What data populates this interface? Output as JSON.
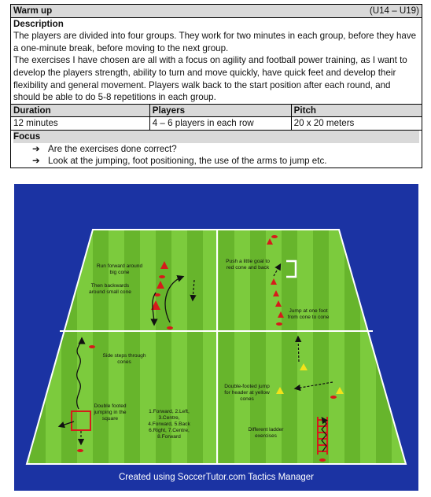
{
  "header": {
    "title": "Warm up",
    "age_range": "(U14 – U19)"
  },
  "description": {
    "heading": "Description",
    "paragraphs": [
      "The players are divided into four groups. They work for two minutes in each group, before they have a one-minute break, before moving to the next group.",
      "The exercises I have chosen are all with a focus on agility and football power training, as I want to develop the players strength, ability to turn and move quickly, have quick feet and develop their flexibility and general movement. Players walk back to the start position after each round, and should be able to do 5-8 repetitions in each group."
    ]
  },
  "details": {
    "duration_label": "Duration",
    "duration_value": "12 minutes",
    "players_label": "Players",
    "players_value": "4 – 6 players in each row",
    "pitch_label": "Pitch",
    "pitch_value": "20 x 20 meters"
  },
  "focus": {
    "heading": "Focus",
    "items": [
      "Are the exercises done correct?",
      "Look at the jumping, foot positioning, the use of the arms to jump etc."
    ],
    "bullet_icon": "right-arrow-icon"
  },
  "diagram": {
    "footer": "Created using SoccerTutor.com Tactics Manager",
    "labels": {
      "run_forward": [
        "Run forward around",
        "big cone"
      ],
      "run_backwards": [
        "Then backwards",
        "around small cone"
      ],
      "push_goal": [
        "Push a little goal to",
        "red cone and back"
      ],
      "jump_one_foot": [
        "Jump at one foot",
        "from cone to cone"
      ],
      "side_steps": [
        "Side steps through",
        "cones"
      ],
      "double_footed_header": [
        "Double-footed jump",
        "for header at yellow",
        "cones"
      ],
      "double_footed_square": [
        "Double footed",
        "jumping in the",
        "square"
      ],
      "sequence": [
        "1.Forward, 2.Left,",
        "3.Centre,",
        "4.Forward, 5.Back",
        "6.Right, 7.Centre,",
        "8.Forward"
      ],
      "ladder": [
        "Different ladder",
        "exercises"
      ]
    },
    "colors": {
      "background": "#1b33a3",
      "grass_light": "#7ccb3d",
      "grass_dark": "#67b52c",
      "cone": "#d61b1b",
      "yellow_cone": "#f2e21a"
    }
  }
}
